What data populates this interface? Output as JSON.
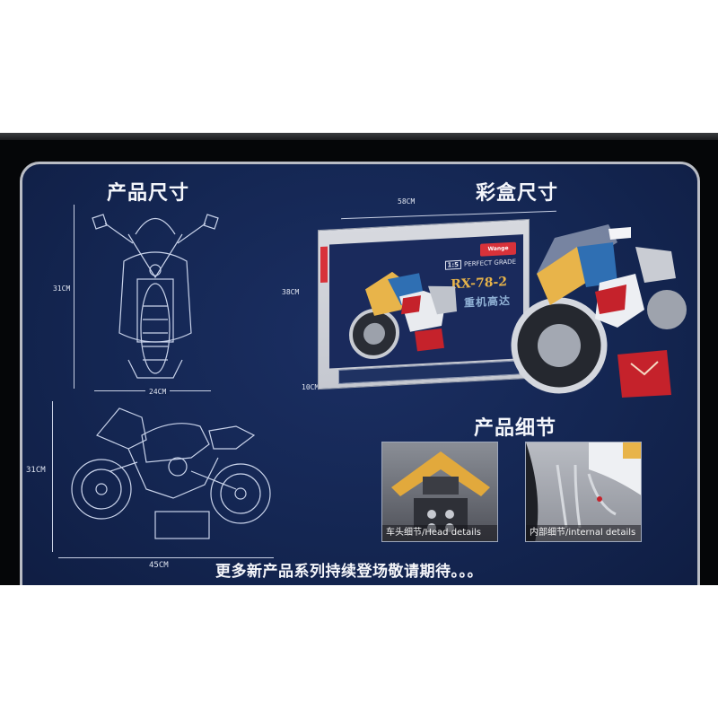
{
  "sections": {
    "product_size": {
      "title": "产品尺寸"
    },
    "box_size": {
      "title": "彩盒尺寸"
    },
    "product_details": {
      "title": "产品细节"
    }
  },
  "dimensions": {
    "front_height": "31CM",
    "front_width": "24CM",
    "side_height": "31CM",
    "side_length": "45CM",
    "box_width": "58CM",
    "box_height": "38CM",
    "box_depth": "10CM"
  },
  "box": {
    "brand": "Wange",
    "scale": "1:5",
    "grade": "PERFECT GRADE",
    "model": "RX-78-2",
    "subtitle": "重机高达"
  },
  "details": [
    {
      "caption": "车头细节/Head details"
    },
    {
      "caption": "内部细节/internal details"
    }
  ],
  "footer": {
    "text": "更多新产品系列持续登场敬请期待。。。"
  },
  "colors": {
    "panel_bg": "#142652",
    "frame": "#b9bcc4",
    "accent_red": "#d8323a",
    "accent_yellow": "#e8b44a",
    "accent_blue": "#2f6fb3"
  }
}
